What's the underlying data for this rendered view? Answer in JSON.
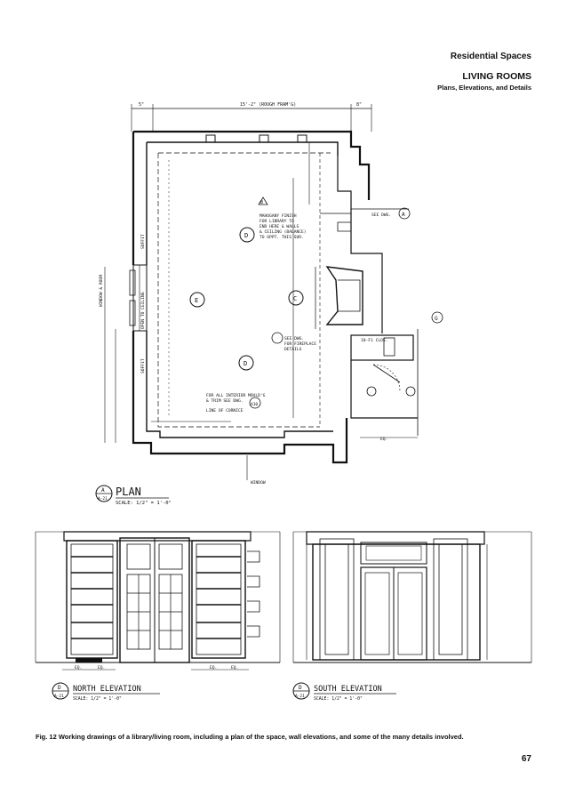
{
  "header": {
    "section": "Residential Spaces",
    "title": "LIVING ROOMS",
    "subtitle": "Plans, Elevations, and Details"
  },
  "plan": {
    "top_dimension": "15'-2\" (ROUGH FRAM'G)",
    "left_dim": "5\"",
    "right_dim": "8\"",
    "note_mahogany": [
      "MAHOGANY FINISH",
      "FOR LIBRARY TO",
      "END HERE & WALLS",
      "& CEILING (BALANCE)",
      "TO OPPT. THIS SUR."
    ],
    "note_see_dwg": "SEE DWG.",
    "note_fireplace": [
      "SEE DWG.",
      "FOR FIREPLACE",
      "DETAILS"
    ],
    "note_moulding": [
      "FOR ALL INTERIOR MOULD'G",
      "& TRIM SEE DWG."
    ],
    "note_cornice": [
      "LINE OF CORNICE"
    ],
    "soffit_label": "SOFFIT",
    "window_open_label": "WINDOW & ROOM",
    "open_to_ceiling": "OPEN TO CEILING",
    "window_label": "WINDOW",
    "panel_label": "18-F1 CLOS.",
    "eq_label": "EQ.",
    "tags": [
      "A",
      "B",
      "C",
      "D",
      "E",
      "G"
    ],
    "ref_a10": "A10",
    "ref_a21": "A-21",
    "title": "PLAN",
    "scale": "SCALE: 1/2\" = 1'-0\""
  },
  "north": {
    "tag_letter": "D",
    "tag_sheet": "A-21",
    "title": "NORTH ELEVATION",
    "scale": "SCALE: 1/2\" = 1'-0\"",
    "eq": "EQ."
  },
  "south": {
    "tag_letter": "D",
    "tag_sheet": "A-21",
    "title": "SOUTH ELEVATION",
    "scale": "SCALE: 1/2\" = 1'-0\""
  },
  "caption": "Fig. 12   Working drawings of a library/living room, including a plan of the space, wall elevations, and some of the many details involved.",
  "page_number": "67"
}
